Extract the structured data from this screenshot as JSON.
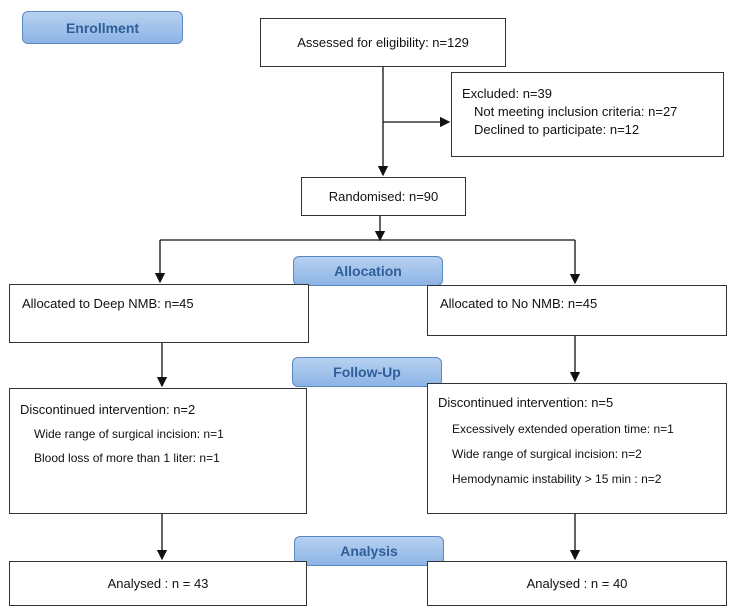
{
  "stages": {
    "enrollment": "Enrollment",
    "allocation": "Allocation",
    "followup": "Follow-Up",
    "analysis": "Analysis"
  },
  "assessed": "Assessed for eligibility: n=129",
  "excluded": {
    "title": "Excluded: n=39",
    "items": [
      "Not meeting inclusion criteria: n=27",
      "Declined to participate: n=12"
    ]
  },
  "randomised": "Randomised: n=90",
  "left": {
    "allocated": "Allocated to Deep NMB: n=45",
    "discontinued": "Discontinued intervention: n=2",
    "reasons": [
      "Wide range of surgical incision: n=1",
      "Blood loss of more than 1 liter: n=1"
    ],
    "analysed": "Analysed : n = 43"
  },
  "right": {
    "allocated": "Allocated to No NMB: n=45",
    "discontinued": "Discontinued intervention: n=5",
    "reasons": [
      "Excessively extended operation time: n=1",
      "Wide range of surgical incision: n=2",
      "Hemodynamic instability > 15 min : n=2"
    ],
    "analysed": "Analysed : n = 40"
  }
}
